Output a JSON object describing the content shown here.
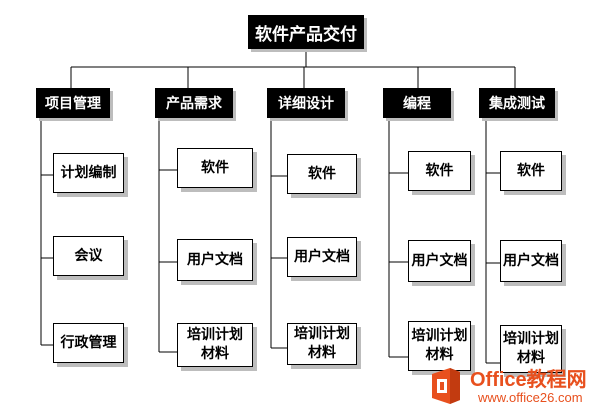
{
  "root": {
    "label": "软件产品交付"
  },
  "categories": [
    {
      "label": "项目管理",
      "items": [
        {
          "lines": [
            "计划编制"
          ]
        },
        {
          "lines": [
            "会议"
          ]
        },
        {
          "lines": [
            "行政管理"
          ]
        }
      ]
    },
    {
      "label": "产品需求",
      "items": [
        {
          "lines": [
            "软件"
          ]
        },
        {
          "lines": [
            "用户文档"
          ]
        },
        {
          "lines": [
            "培训计划",
            "材料"
          ]
        }
      ]
    },
    {
      "label": "详细设计",
      "items": [
        {
          "lines": [
            "软件"
          ]
        },
        {
          "lines": [
            "用户文档"
          ]
        },
        {
          "lines": [
            "培训计划",
            "材料"
          ]
        }
      ]
    },
    {
      "label": "编程",
      "items": [
        {
          "lines": [
            "软件"
          ]
        },
        {
          "lines": [
            "用户文档"
          ]
        },
        {
          "lines": [
            "培训计划",
            "材料"
          ]
        }
      ]
    },
    {
      "label": "集成测试",
      "items": [
        {
          "lines": [
            "软件"
          ]
        },
        {
          "lines": [
            "用户文档"
          ]
        },
        {
          "lines": [
            "培训计划",
            "材料"
          ]
        }
      ]
    }
  ],
  "watermark": {
    "brand": "Office教程网",
    "url": "www.office26.com",
    "icon": "office-logo-icon",
    "color": "#e8501e"
  },
  "colors": {
    "header_bg": "#000000",
    "header_text": "#ffffff",
    "line": "#000000",
    "shadow": "#bdbdbd"
  }
}
